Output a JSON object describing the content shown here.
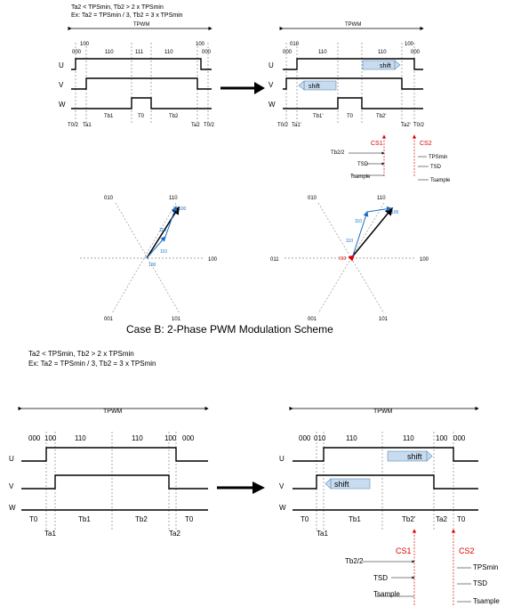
{
  "caption_b": "Case B: 2-Phase PWM Modulation Scheme",
  "cond_top": [
    "Ta2 < TPSmin, Tb2 > 2 x TPSmin",
    "Ex: Ta2 = TPSmin / 3, Tb2 = 3 x TPSmin"
  ],
  "cond_bottom": [
    "Ta2 < TPSmin, Tb2 > 2 x TPSmin",
    "Ex: Ta2 = TPSmin / 3, Tb2 = 3 x TPSmin"
  ],
  "tpwm": "TPWM",
  "phases": [
    "U",
    "V",
    "W"
  ],
  "shift": "shift",
  "cs1": "CS1",
  "cs2": "CS2",
  "a_states": [
    "000",
    "100",
    "110",
    "111",
    "110",
    "100",
    "000"
  ],
  "a_intervals": [
    "T0/2",
    "Ta1",
    "Tb1",
    "T0",
    "Tb2",
    "Ta2",
    "T0/2"
  ],
  "b_states": [
    "000",
    "010",
    "110",
    "110",
    "100",
    "000"
  ],
  "b_intervals": [
    "T0/2",
    "Ta1'",
    "Tb1'",
    "T0",
    "Tb2'",
    "Ta2'",
    "T0/2"
  ],
  "c_states": [
    "000",
    "100",
    "110",
    "110",
    "100",
    "000"
  ],
  "c_intervals": [
    "T0",
    "Ta1",
    "Tb1",
    "Tb2",
    "Ta2",
    "T0"
  ],
  "d_states": [
    "000",
    "010",
    "110",
    "110",
    "100",
    "000"
  ],
  "d_intervals": [
    "T0",
    "Ta1",
    "Tb1",
    "Tb2'",
    "Ta2",
    "T0"
  ],
  "timing_labels": [
    "Tb2/2",
    "TSD",
    "Tsample",
    "TPSmin",
    "TSD",
    "Tsample"
  ],
  "hex_labels": [
    "010",
    "110",
    "100",
    "011",
    "001",
    "101"
  ],
  "vec_left": [
    "100",
    "110",
    "110",
    "100"
  ],
  "vec_right": [
    "010",
    "110",
    "110",
    "100"
  ]
}
